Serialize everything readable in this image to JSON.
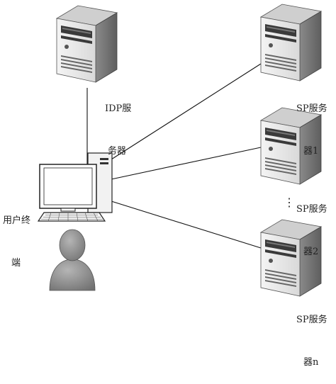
{
  "labels": {
    "idp_line1": "IDP服",
    "idp_line2": "务器",
    "sp1_line1": "SP服务",
    "sp1_line2": "器1",
    "sp2_line1": "SP服务",
    "sp2_line2": "器2",
    "spn_line1": "SP服务",
    "spn_line2": "器n",
    "client_line1": "用户终",
    "client_line2": "端",
    "ellipsis": "⋮"
  },
  "colors": {
    "line": "#111111",
    "server_front": "#e9e9e9",
    "server_side": "#9a9a9a",
    "server_top": "#c8c8c8",
    "person": "#8c8c8c"
  }
}
